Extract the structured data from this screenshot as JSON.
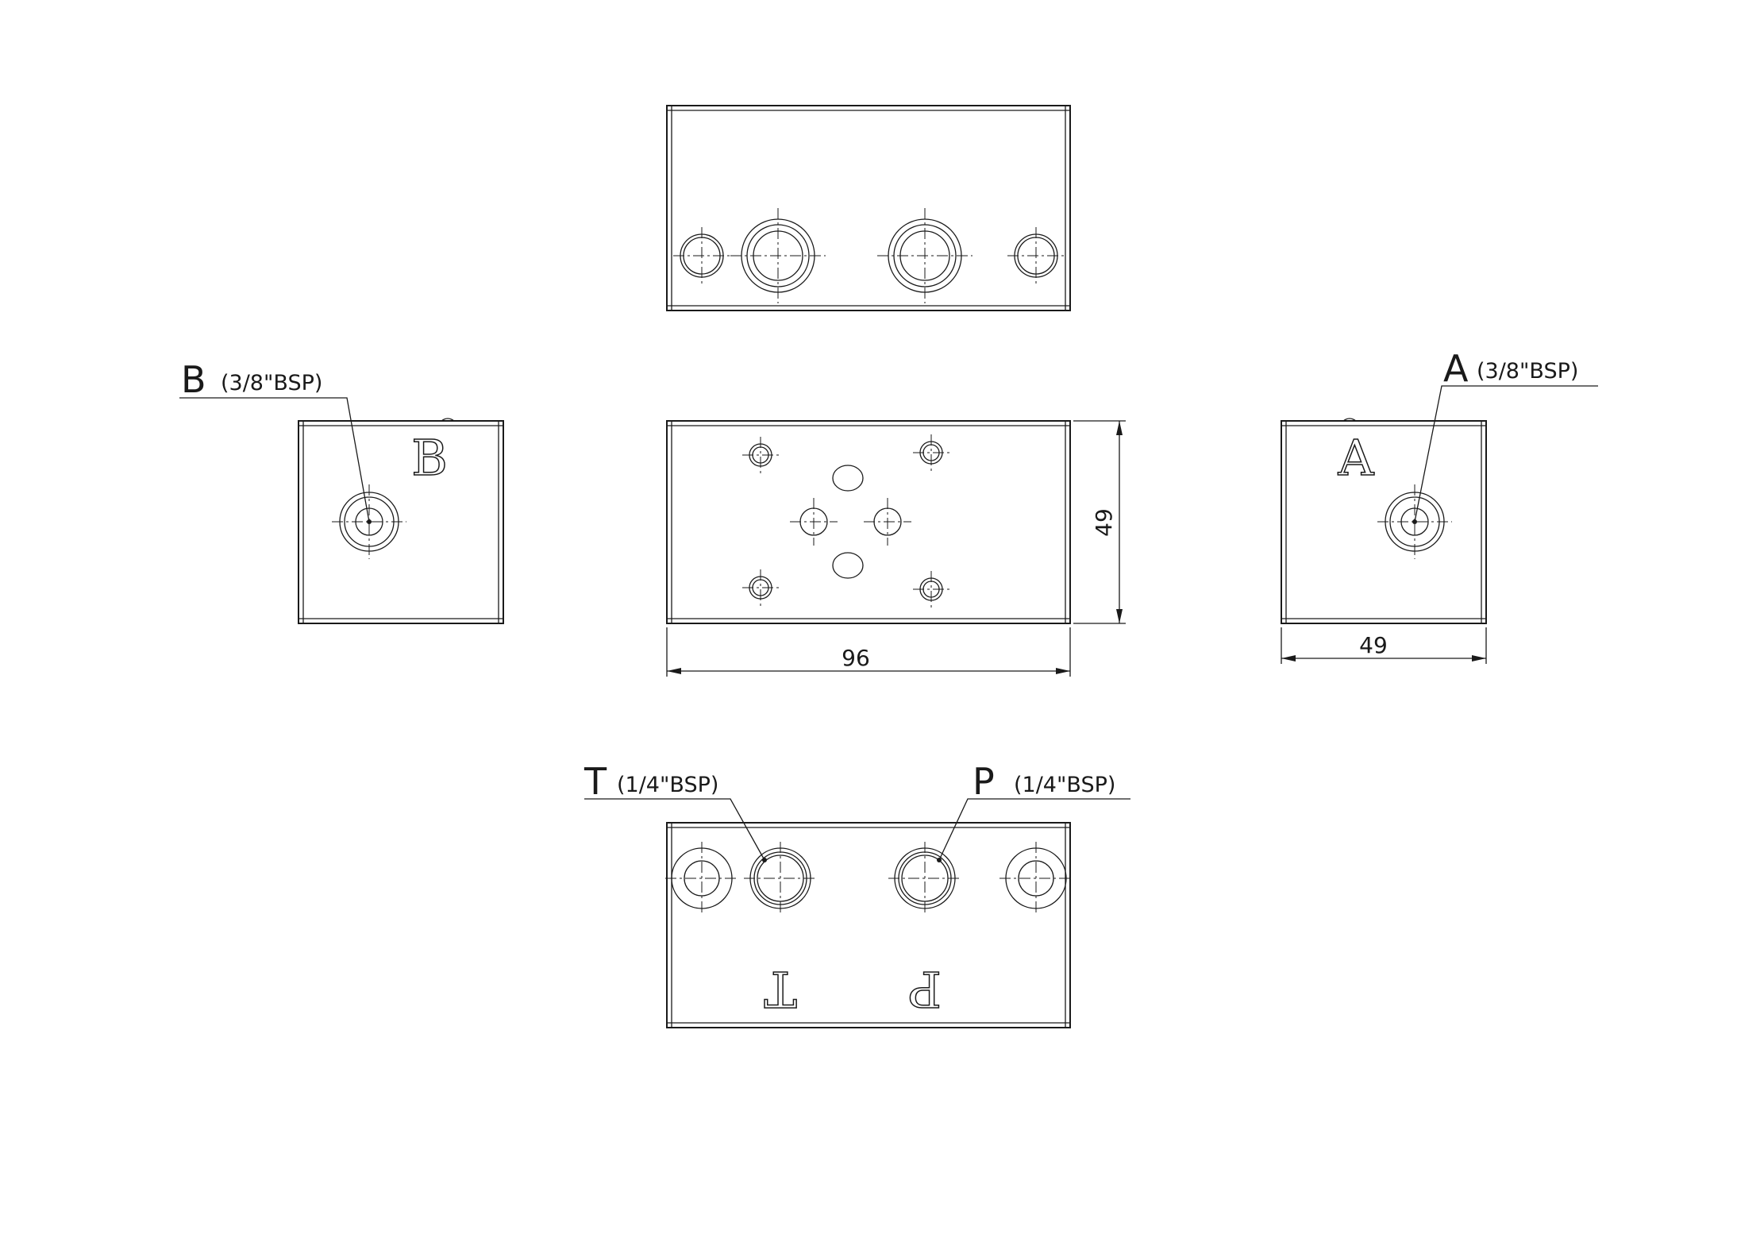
{
  "ports": {
    "B": {
      "letter": "B",
      "spec": "(3/8\"BSP)"
    },
    "A": {
      "letter": "A",
      "spec": "(3/8\"BSP)"
    },
    "T": {
      "letter": "T",
      "spec": "(1/4\"BSP)"
    },
    "P": {
      "letter": "P",
      "spec": "(1/4\"BSP)"
    }
  },
  "engraving": {
    "left_side": "B",
    "right_side": "A",
    "bottom_t": "T",
    "bottom_p": "P"
  },
  "dimensions": {
    "width": "96",
    "height": "49",
    "side_width": "49"
  }
}
